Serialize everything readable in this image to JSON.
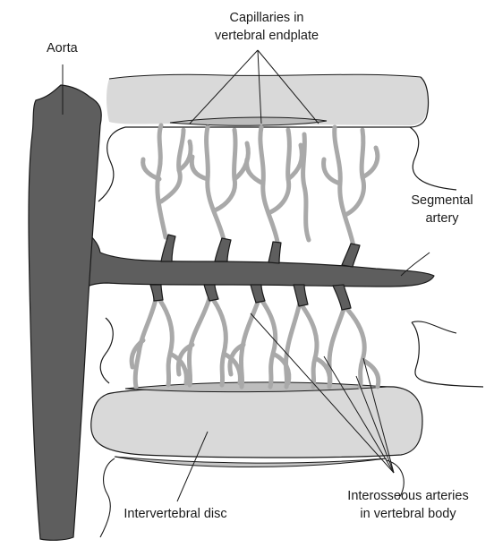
{
  "labels": {
    "aorta": "Aorta",
    "capillaries_line1": "Capillaries in",
    "capillaries_line2": "vertebral endplate",
    "segmental_line1": "Segmental",
    "segmental_line2": "artery",
    "interosseous_line1": "Interosseous arteries",
    "interosseous_line2": "in vertebral body",
    "disc": "Intervertebral disc"
  },
  "colors": {
    "artery": "#5e5e5e",
    "capillary": "#a9a9a9",
    "disc": "#d9d9d9",
    "outline": "#1a1a1a"
  }
}
